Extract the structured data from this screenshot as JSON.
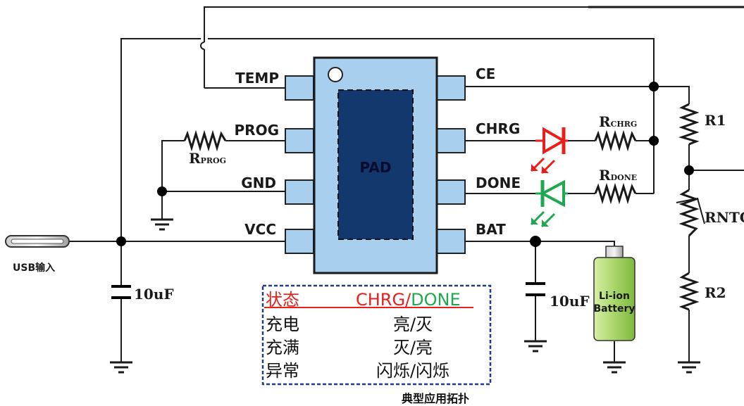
{
  "chip": {
    "pad_label": "PAD",
    "left_pins": [
      "TEMP",
      "PROG",
      "GND",
      "VCC"
    ],
    "right_pins": [
      "CE",
      "CHRG",
      "DONE",
      "BAT"
    ]
  },
  "components": {
    "r_prog_main": "R",
    "r_prog_sub": "PROG",
    "r_chrg_main": "R",
    "r_chrg_sub": "CHRG",
    "r_done_main": "R",
    "r_done_sub": "DONE",
    "r1": "R1",
    "r2": "R2",
    "rntc": "RNTC",
    "cap_in": "10uF",
    "cap_out": "10uF",
    "usb_input": "USB输入",
    "battery_line1": "Li-ion",
    "battery_line2": "Battery"
  },
  "table": {
    "header_state": "状态",
    "header_chrg": "CHRG",
    "header_sep": "/",
    "header_done": "DONE",
    "rows": [
      {
        "state": "充电",
        "value": "亮/灭"
      },
      {
        "state": "充满",
        "value": "灭/亮"
      },
      {
        "state": "异常",
        "value": "闪烁/闪烁"
      }
    ]
  },
  "caption": "典型应用拓扑",
  "colors": {
    "chip_body": "#a8d0ee",
    "pad_fill": "#12386e",
    "chrg_led": "#e8201c",
    "done_led": "#1fa84f",
    "battery": "#a9d66a",
    "table_border": "#1f3c88"
  }
}
